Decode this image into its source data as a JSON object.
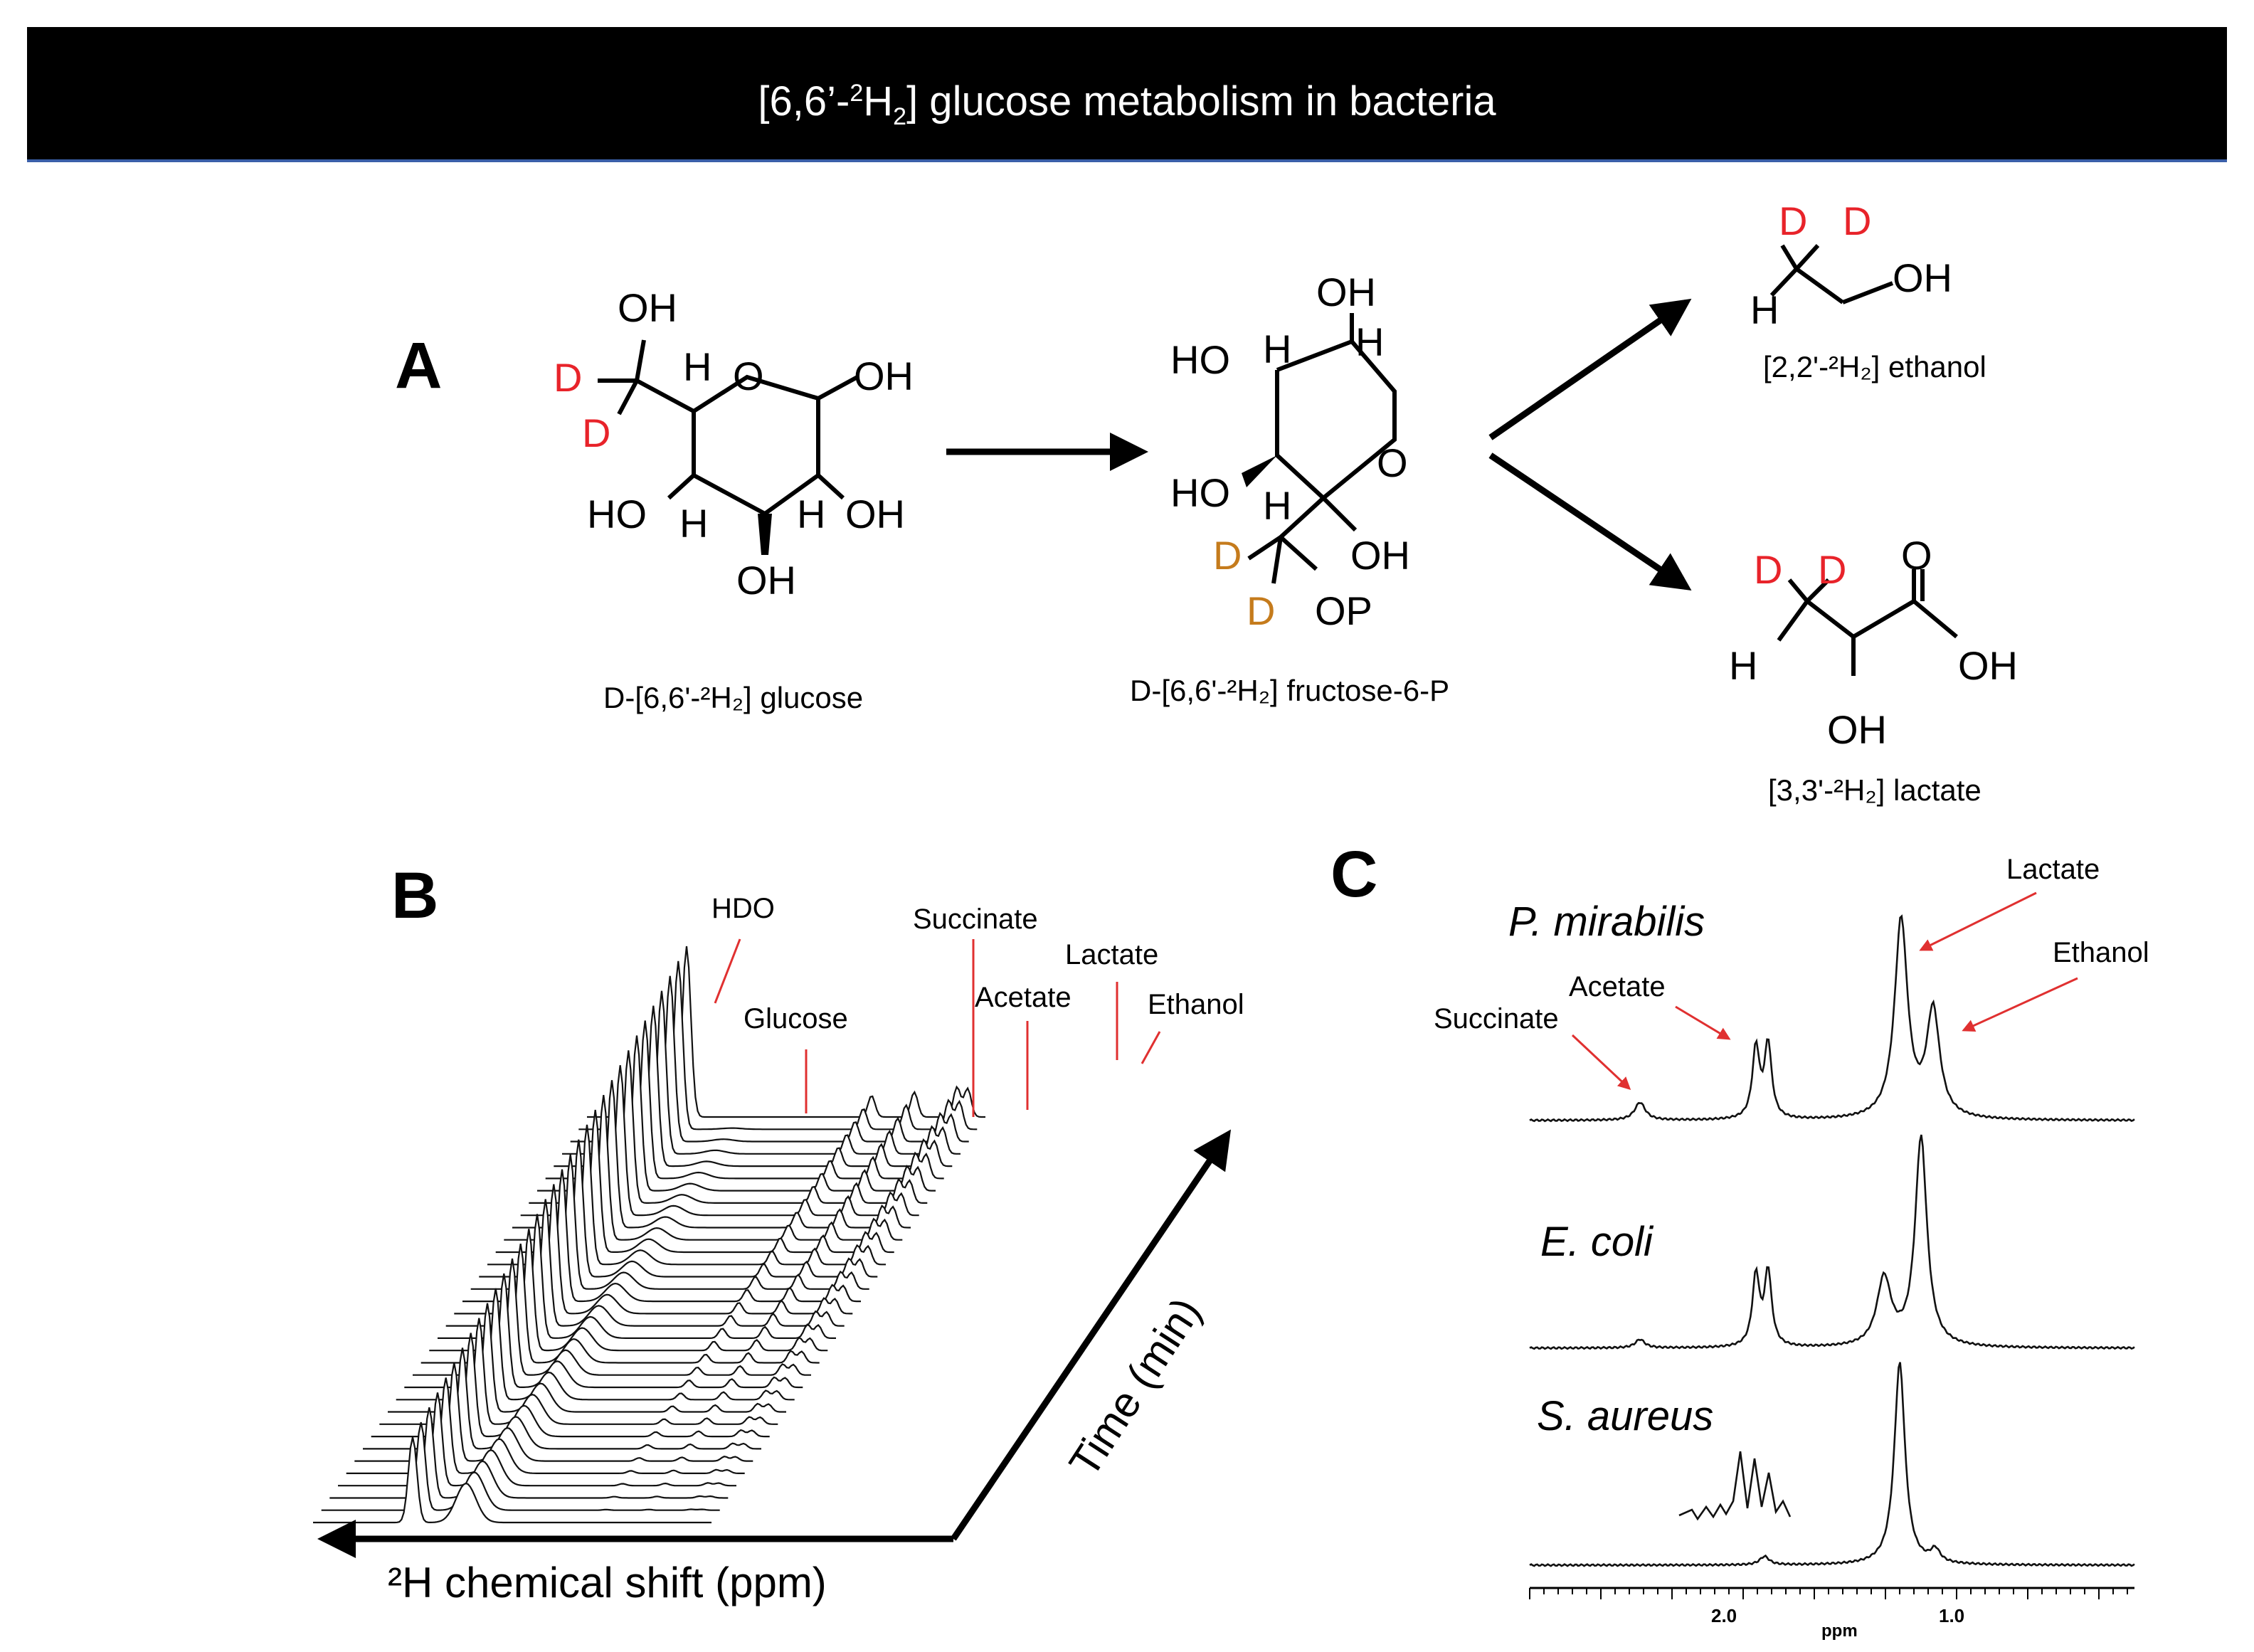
{
  "title": {
    "prefix": "[6,6’-",
    "sup": "2",
    "mid": "H",
    "sub": "2",
    "suffix": "] glucose metabolism in bacteria"
  },
  "panel_a": {
    "letter": "A",
    "glucose_label": "D-[6,6'-²H₂] glucose",
    "fructose_label": "D-[6,6'-²H₂] fructose-6-P",
    "ethanol_label": "[2,2'-²H₂] ethanol",
    "lactate_label": "[3,3'-²H₂] lactate",
    "atoms": {
      "oh": "OH",
      "ho": "HO",
      "h": "H",
      "o": "O",
      "d": "D",
      "op": "OP"
    }
  },
  "panel_b": {
    "letter": "B",
    "labels": {
      "hdo": "HDO",
      "glucose": "Glucose",
      "succinate": "Succinate",
      "acetate": "Acetate",
      "lactate": "Lactate",
      "ethanol": "Ethanol"
    },
    "x_axis_label": "²H chemical shift (ppm)",
    "y_axis_label": "Time (min)"
  },
  "panel_c": {
    "letter": "C",
    "species": [
      "P. mirabilis",
      "E. coli",
      "S. aureus"
    ],
    "labels": {
      "lactate": "Lactate",
      "ethanol": "Ethanol",
      "acetate": "Acetate",
      "succinate": "Succinate"
    },
    "axis_ticks": [
      "2.0",
      "1.0"
    ],
    "axis_unit": "ppm"
  },
  "colors": {
    "deuterium_red": "#e8232a",
    "deuterium_orange": "#c57b1c",
    "label_line_red": "#e03030",
    "banner_bg": "#000000",
    "banner_rule": "#3a5fa8"
  }
}
